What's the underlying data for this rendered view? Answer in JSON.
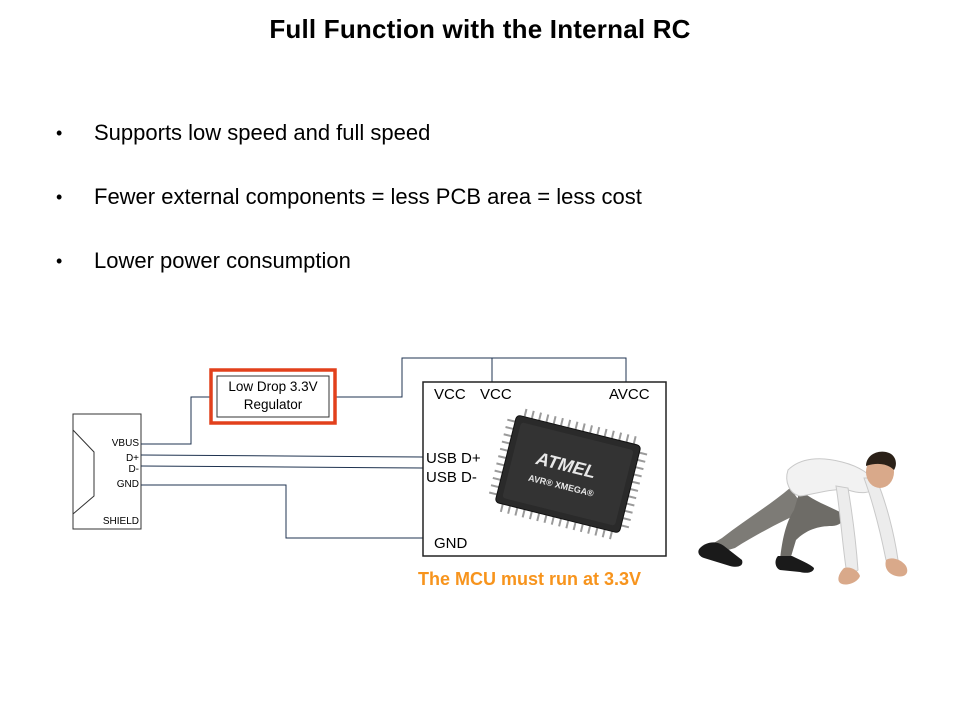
{
  "title": "Full Function with the Internal RC",
  "bullets": [
    "Supports low speed and full speed",
    "Fewer external components = less PCB area = less cost",
    "Lower power consumption"
  ],
  "connector": {
    "pins": [
      "VBUS",
      "D+",
      "D-",
      "GND",
      "SHIELD"
    ]
  },
  "regulator": {
    "line1": "Low Drop 3.3V",
    "line2": "Regulator",
    "highlight_color": "#e2401c"
  },
  "mcu": {
    "pin_vcc1": "VCC",
    "pin_vcc2": "VCC",
    "pin_avcc": "AVCC",
    "pin_usb_dp": "USB D+",
    "pin_usb_dm": "USB D-",
    "pin_gnd": "GND",
    "chip_brand": "ATMEL",
    "chip_line": "AVR® XMEGA®"
  },
  "caption": "The MCU must run at 3.3V",
  "caption_color": "#f7941d"
}
